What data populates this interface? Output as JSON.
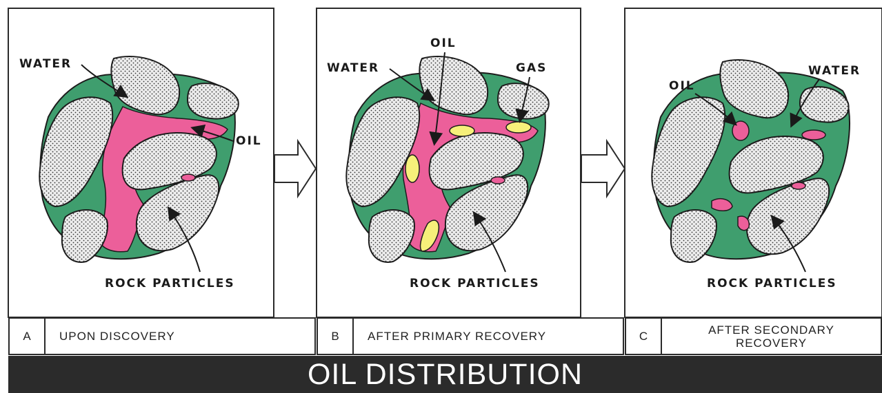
{
  "panels": [
    {
      "letter": "A",
      "caption": "UPON DISCOVERY",
      "labels": {
        "water": "WATER",
        "oil": "OIL",
        "rock": "ROCK PARTICLES"
      }
    },
    {
      "letter": "B",
      "caption": "AFTER PRIMARY RECOVERY",
      "labels": {
        "water": "WATER",
        "oil": "OIL",
        "gas": "GAS",
        "rock": "ROCK PARTICLES"
      }
    },
    {
      "letter": "C",
      "caption": "AFTER SECONDARY\nRECOVERY",
      "labels": {
        "water": "WATER",
        "oil": "OIL",
        "rock": "ROCK PARTICLES"
      }
    }
  ],
  "title": "OIL DISTRIBUTION",
  "colors": {
    "water": "#3f9e6e",
    "oil": "#ec5f9a",
    "gas": "#f6f07a",
    "rock": "#ececec",
    "outline": "#1c1c1c",
    "banner": "#2b2b2b"
  }
}
